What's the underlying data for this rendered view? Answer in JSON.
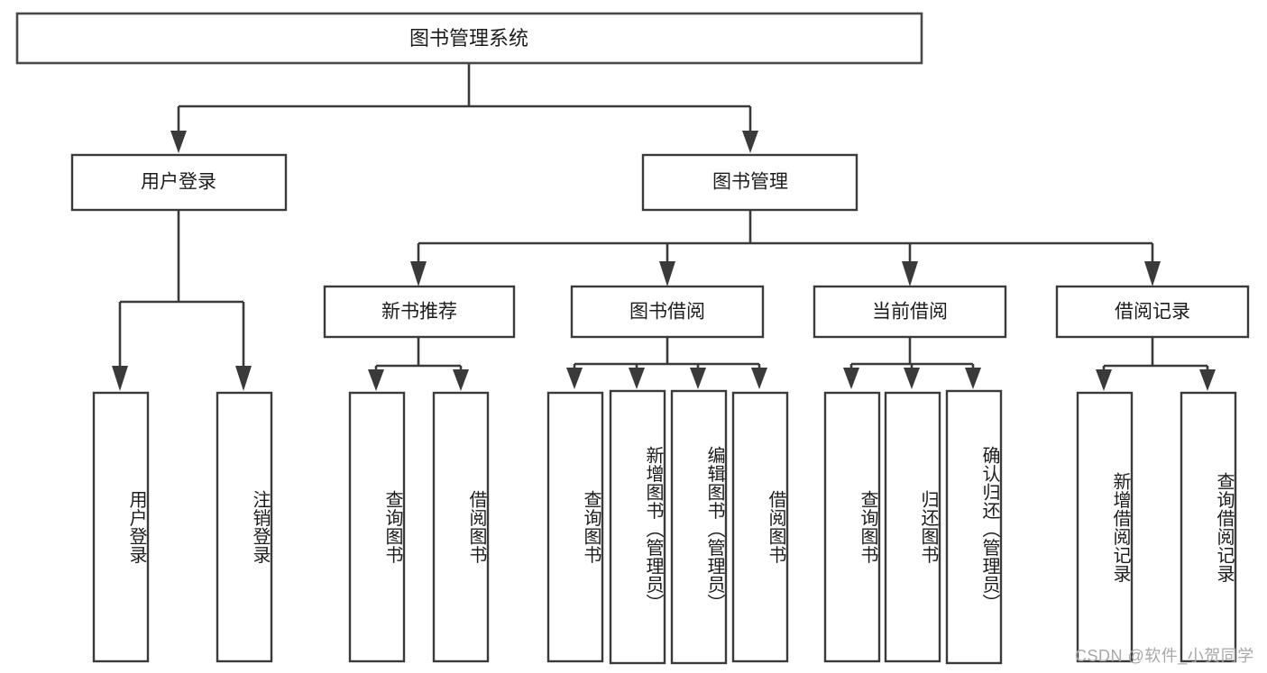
{
  "diagram": {
    "type": "tree-hierarchy-flowchart",
    "title": "图书管理系统",
    "watermark": "CSDN @软件_小贺同学",
    "colors": {
      "background": "#ffffff",
      "stroke": "#3a3a3a",
      "text": "#1c1c1c",
      "watermark": "#a8a8a8"
    },
    "nodes": {
      "root": {
        "label": "图书管理系统"
      },
      "level2": [
        {
          "id": "user-login",
          "label": "用户登录"
        },
        {
          "id": "book-management",
          "label": "图书管理"
        }
      ],
      "level3": [
        {
          "id": "new-book-recommend",
          "label": "新书推荐"
        },
        {
          "id": "book-borrow",
          "label": "图书借阅"
        },
        {
          "id": "current-borrow",
          "label": "当前借阅"
        },
        {
          "id": "borrow-record",
          "label": "借阅记录"
        }
      ],
      "leaves": [
        {
          "id": "leaf-user-login",
          "label": "用户登录",
          "parent": "user-login"
        },
        {
          "id": "leaf-logout-login",
          "label": "注销登录",
          "parent": "user-login"
        },
        {
          "id": "leaf-query-book-1",
          "label": "查询图书",
          "parent": "new-book-recommend"
        },
        {
          "id": "leaf-borrow-book-1",
          "label": "借阅图书",
          "parent": "new-book-recommend"
        },
        {
          "id": "leaf-query-book-2",
          "label": "查询图书",
          "parent": "book-borrow"
        },
        {
          "id": "leaf-add-book",
          "label": "新增图书（管理员）",
          "parent": "book-borrow"
        },
        {
          "id": "leaf-edit-book",
          "label": "编辑图书（管理员）",
          "parent": "book-borrow"
        },
        {
          "id": "leaf-borrow-book-2",
          "label": "借阅图书",
          "parent": "book-borrow"
        },
        {
          "id": "leaf-query-book-3",
          "label": "查询图书",
          "parent": "current-borrow"
        },
        {
          "id": "leaf-return-book",
          "label": "归还图书",
          "parent": "current-borrow"
        },
        {
          "id": "leaf-confirm-return",
          "label": "确认归还（管理员）",
          "parent": "current-borrow"
        },
        {
          "id": "leaf-add-borrow-record",
          "label": "新增借阅记录",
          "parent": "borrow-record"
        },
        {
          "id": "leaf-query-borrow-record",
          "label": "查询借阅记录",
          "parent": "borrow-record"
        }
      ]
    }
  }
}
